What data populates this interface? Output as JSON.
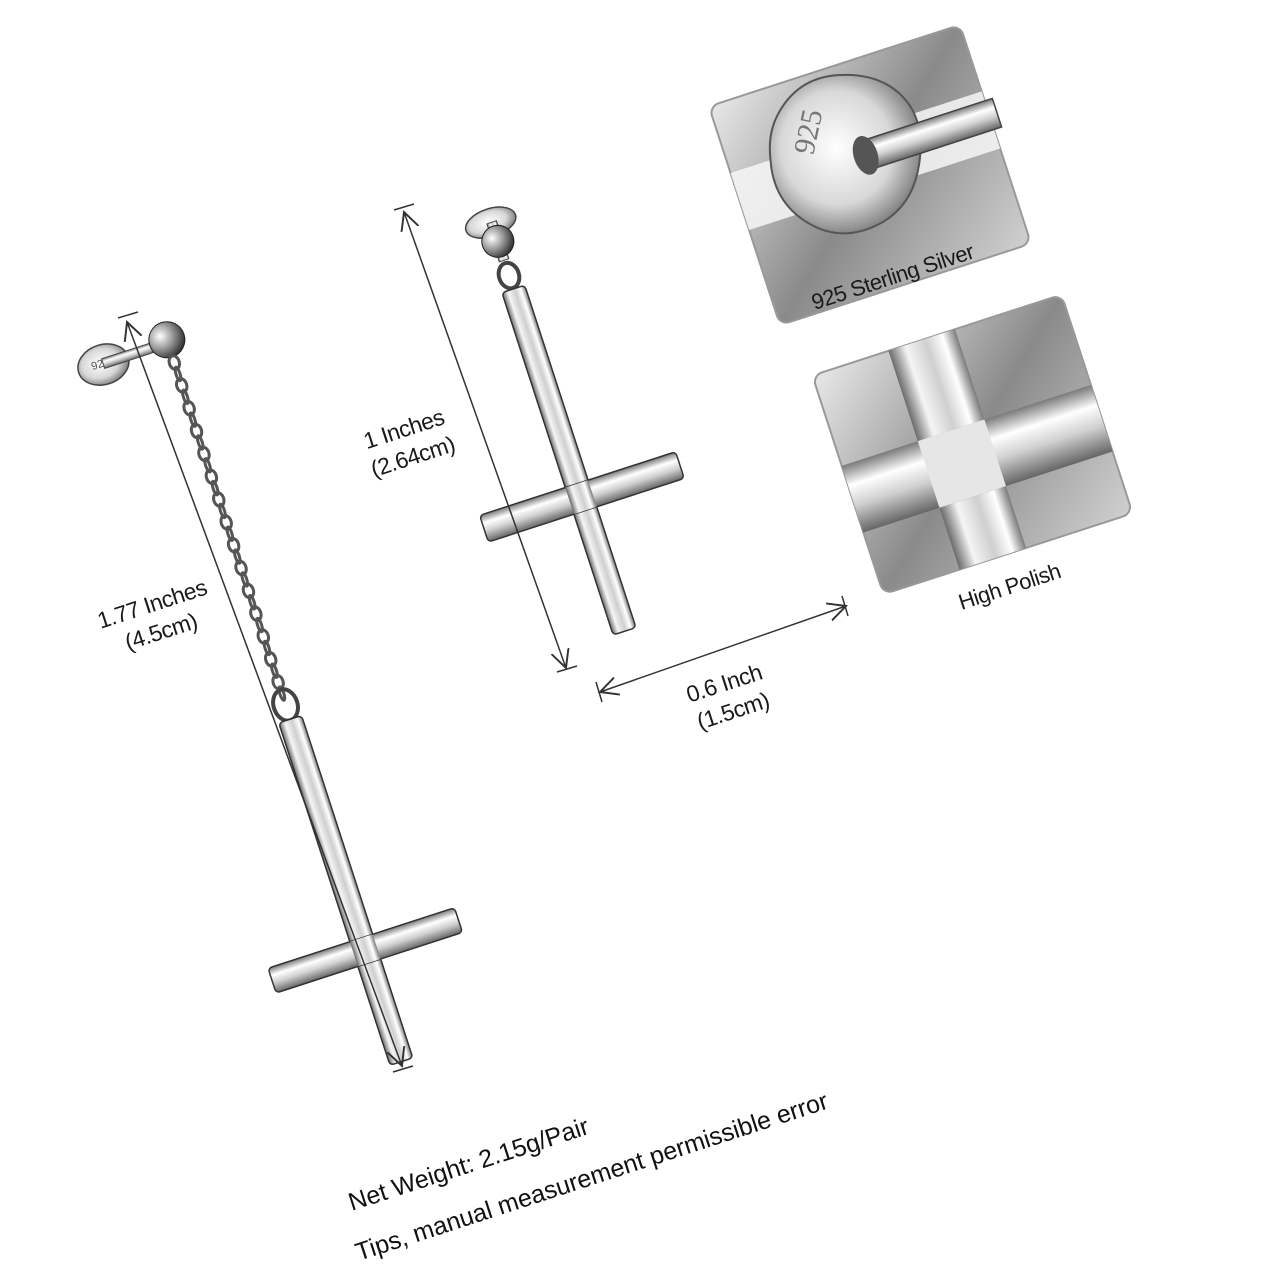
{
  "dimensions": {
    "total_length": {
      "inches": "1.77 Inches",
      "cm": "(4.5cm)"
    },
    "cross_length": {
      "inches": "1 Inches",
      "cm": "(2.64cm)"
    },
    "cross_width": {
      "inches": "0.6 Inch",
      "cm": "(1.5cm)"
    }
  },
  "features": {
    "material_label": "925 Sterling Silver",
    "finish_label": "High Polish",
    "stamp_text": "925"
  },
  "footer": {
    "weight": "Net Weight: 2.15g/Pair",
    "tips": "Tips, manual measurement permissible error"
  },
  "colors": {
    "silver_light": "#f4f4f4",
    "silver_mid": "#bdbdbd",
    "silver_dark": "#5a5a5a",
    "line": "#333333"
  }
}
